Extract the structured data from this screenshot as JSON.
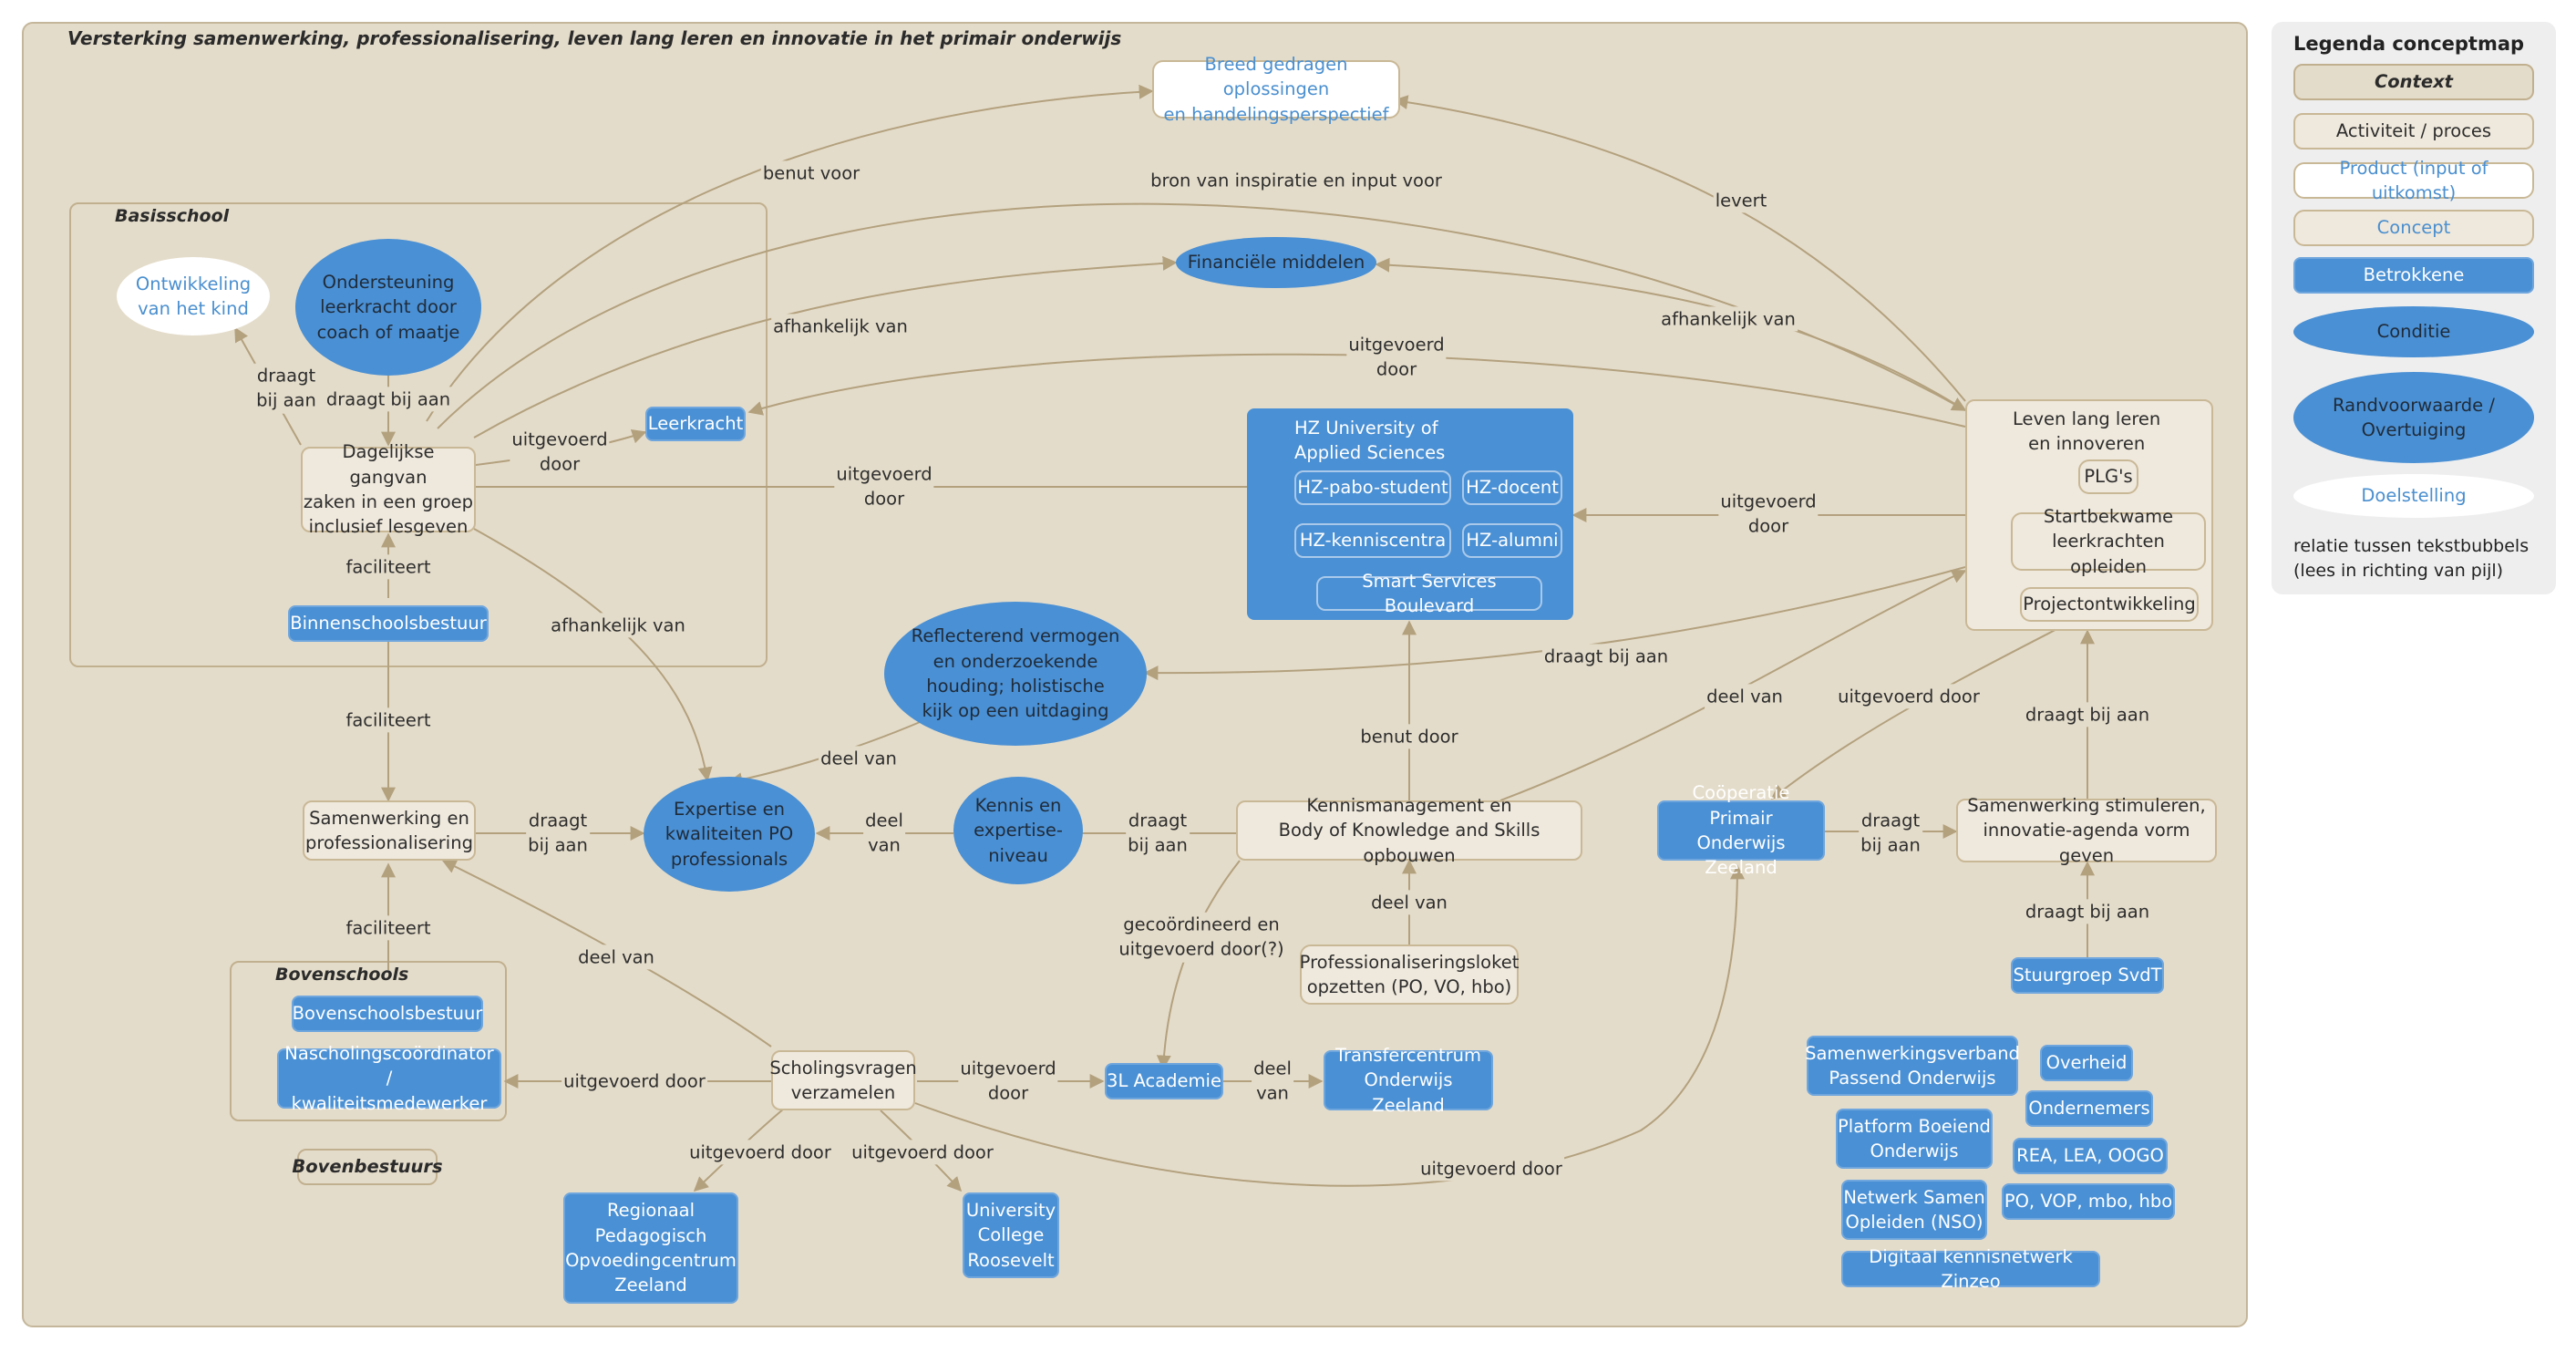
{
  "title": "Versterking samenwerking, professionalisering, leven lang leren en innovatie in het primair onderwijs",
  "groups": {
    "basisschool": "Basisschool",
    "bovenschools": "Bovenschools",
    "bovenbestuurs": "Bovenbestuurs"
  },
  "nodes": {
    "breed": "Breed gedragen oplossingen\nen handelingsperspectief",
    "ontwikkeling": "Ontwikkeling\nvan het kind",
    "ondersteuning": "Ondersteuning\nleerkracht door\ncoach of maatje",
    "financiele": "Financiële middelen",
    "leerkracht": "Leerkracht",
    "dagelijkse": "Dagelijkse gangvan\nzaken in een groep\ninclusief lesgeven",
    "binnenschools": "Binnenschoolsbestuur",
    "hz_title": "HZ University of\nApplied Sciences",
    "hz_pabo": "HZ-pabo-student",
    "hz_docent": "HZ-docent",
    "hz_kennis": "HZ-kenniscentra",
    "hz_alumni": "HZ-alumni",
    "smart": "Smart Services Boulevard",
    "leven_title": "Leven lang leren\nen innoveren",
    "plg": "PLG's",
    "startbekwame": "Startbekwame\nleerkrachten opleiden",
    "projectontw": "Projectontwikkeling",
    "reflecterend": "Reflecterend vermogen\nen onderzoekende\nhouding; holistische\nkijk op een uitdaging",
    "samenwerking_prof": "Samenwerking en\nprofessionalisering",
    "expertise": "Expertise en\nkwaliteiten PO\nprofessionals",
    "kennis_exp": "Kennis en\nexpertise-\nniveau",
    "kennismanagement": "Kennismanagement en\nBody of Knowledge and Skills opbouwen",
    "cooperatie": "Coöperatie Primair\nOnderwijs Zeeland",
    "samenwerking_stim": "Samenwerking stimuleren,\ninnovatie-agenda vorm geven",
    "bovenschoolsbestuur": "Bovenschoolsbestuur",
    "nascholing": "Nascholingscoördinator /\nkwaliteitsmedewerker",
    "professionaliseringsloket": "Professionaliseringsloket\nopzetten (PO, VO, hbo)",
    "stuurgroep": "Stuurgroep SvdT",
    "scholingsvragen": "Scholingsvragen\nverzamelen",
    "academie3l": "3L Academie",
    "transfercentrum": "Transfercentrum\nOnderwijs Zeeland",
    "rpcz": "Regionaal\nPedagogisch\nOpvoedingcentrum\nZeeland",
    "ucr": "University\nCollege\nRoosevelt",
    "swv": "Samenwerkingsverband\nPassend Onderwijs",
    "overheid": "Overheid",
    "ondernemers": "Ondernemers",
    "platform": "Platform Boeiend\nOnderwijs",
    "rea": "REA, LEA, OOGO",
    "nso": "Netwerk Samen\nOpleiden (NSO)",
    "povop": "PO, VOP, mbo, hbo",
    "zinzeo": "Digitaal kennisnetwerk Zinzeo"
  },
  "edges": {
    "benut_voor": "benut voor",
    "bron": "bron van inspiratie en input voor",
    "levert": "levert",
    "afhankelijk_1": "afhankelijk van",
    "afhankelijk_2": "afhankelijk van",
    "afhankelijk_3": "afhankelijk van",
    "uitgevoerd_leven": "uitgevoerd\ndoor",
    "draagt_ontw": "draagt\nbij aan",
    "draagt_dag": "draagt bij aan",
    "uitgevoerd_leerkracht": "uitgevoerd\ndoor",
    "uitgevoerd_hz": "uitgevoerd\ndoor",
    "uitgevoerd_hz2": "uitgevoerd\ndoor",
    "faciliteert_1": "faciliteert",
    "faciliteert_2": "faciliteert",
    "faciliteert_3": "faciliteert",
    "draagt_refl": "draagt bij aan",
    "deel_van_refl": "deel van",
    "benut_door": "benut door",
    "deel_van_km": "deel van",
    "uitgevoerd_coop": "uitgevoerd door",
    "draagt_leven": "draagt bij aan",
    "draagt_samen_exp": "draagt\nbij aan",
    "deel_van_kennis": "deel\nvan",
    "draagt_km_kennis": "draagt\nbij aan",
    "draagt_coop": "draagt\nbij aan",
    "draagt_stuur": "draagt bij aan",
    "deel_van_loket": "deel van",
    "gecoordineerd": "gecoördineerd en\nuitgevoerd door(?)",
    "deel_van_scholing": "deel van",
    "uitgevoerd_nasch": "uitgevoerd door",
    "uitgevoerd_3l": "uitgevoerd\ndoor",
    "deel_van_transfer": "deel\nvan",
    "uitgevoerd_rpcz": "uitgevoerd door",
    "uitgevoerd_ucr": "uitgevoerd door",
    "uitgevoerd_coop2": "uitgevoerd door"
  },
  "legend": {
    "title": "Legenda conceptmap",
    "items": [
      "Context",
      "Activiteit / proces",
      "Product (input of uitkomst)",
      "Concept",
      "Betrokkene",
      "Conditie",
      "Randvoorwaarde /\nOvertuiging",
      "Doelstelling"
    ],
    "relation": "relatie tussen tekstbubbels\n(lees in richting van pijl)"
  },
  "colors": {
    "background": "#e4dcca",
    "actor": "#4a90d4",
    "edge": "#b3a17e",
    "product_text": "#4a8fcf"
  }
}
